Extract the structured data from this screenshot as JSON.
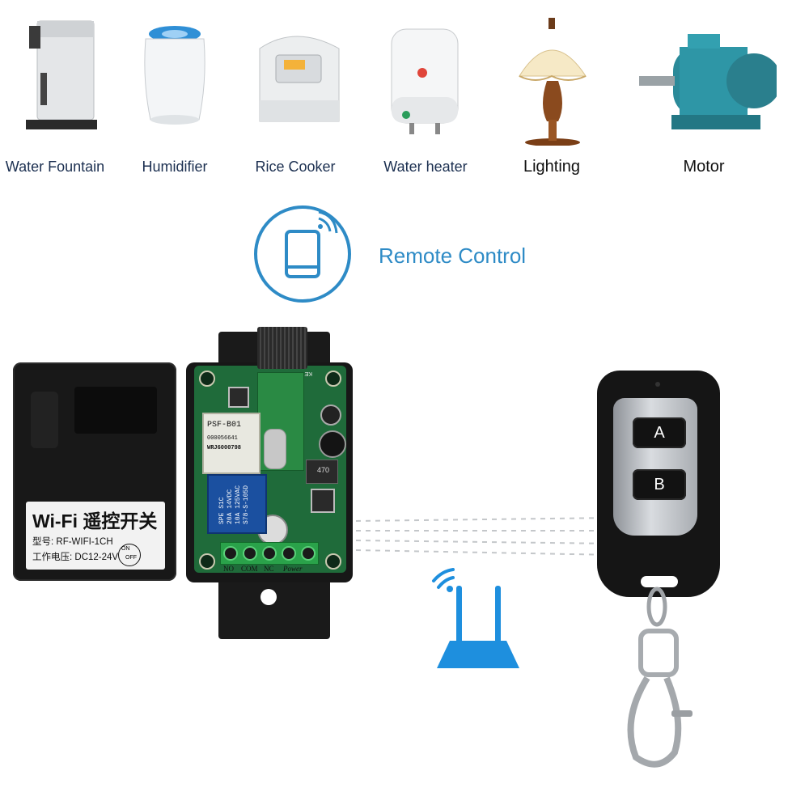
{
  "appliances": [
    {
      "label": "Water Fountain",
      "icon": "water-fountain-icon"
    },
    {
      "label": "Humidifier",
      "icon": "humidifier-icon"
    },
    {
      "label": "Rice Cooker",
      "icon": "rice-cooker-icon"
    },
    {
      "label": "Water heater",
      "icon": "water-heater-icon"
    },
    {
      "label": "Lighting",
      "icon": "table-lamp-icon"
    },
    {
      "label": "Motor",
      "icon": "electric-motor-icon"
    }
  ],
  "remote_control": {
    "label": "Remote Control",
    "icon": "phone-signal-icon"
  },
  "module": {
    "title": "Wi-Fi 遥控开关",
    "model_line": "型号: RF-WIFI-1CH",
    "voltage_line": "工作电压: DC12-24V",
    "switch_on": "ON",
    "switch_off": "OFF",
    "chip_label": "PSF-B01",
    "chip_serial": "000056641",
    "chip_id": "WRJ6000798",
    "relay_lines": [
      "SPE S1C",
      "20A 14VDC",
      "10A 125VAC",
      "S78-S-105D"
    ],
    "capacitor_mark": "470",
    "key_label": "KEY",
    "terminals": [
      "NO",
      "COM",
      "NC",
      "Power"
    ]
  },
  "remote": {
    "button_a": "A",
    "button_b": "B"
  },
  "colors": {
    "accent_blue": "#2e8bc6",
    "router_blue": "#1e8fde",
    "pcb_green": "#1f6b3a"
  }
}
